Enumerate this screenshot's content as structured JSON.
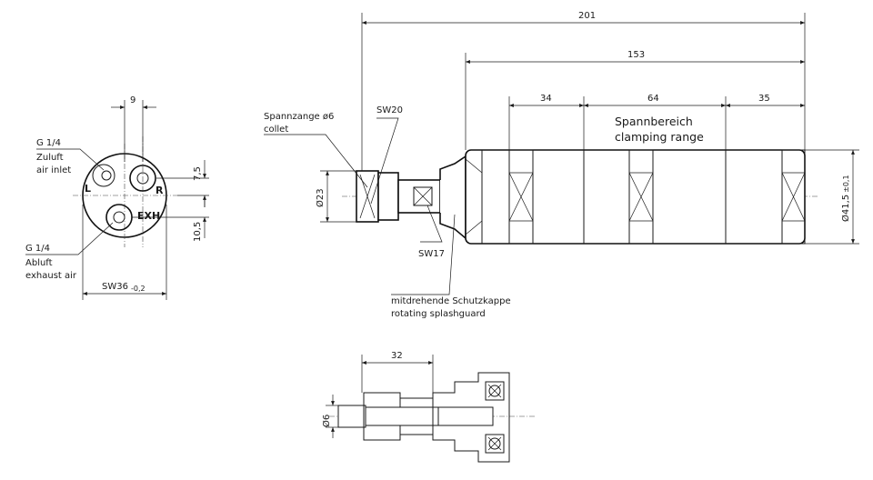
{
  "views": {
    "end": {
      "dim_top": "9",
      "dim_v1": "7,5",
      "dim_v2": "10,5",
      "dim_bottom_main": "SW36",
      "dim_bottom_tol": "-0,2",
      "port_inlet": {
        "thread": "G 1/4",
        "de": "Zuluft",
        "en": "air inlet"
      },
      "port_exhaust": {
        "thread": "G 1/4",
        "de": "Abluft",
        "en": "exhaust air"
      },
      "marks": {
        "left": "L",
        "right": "R",
        "exh": "EXH"
      }
    },
    "side": {
      "dim_total": "201",
      "dim_body": "153",
      "dim_seg1": "34",
      "dim_seg2": "64",
      "dim_seg3": "35",
      "collet_de": "Spannzange ø6",
      "collet_en": "collet",
      "sw20": "SW20",
      "sw17": "SW17",
      "dia_left": "Ø23",
      "dia_right_main": "Ø41,5",
      "dia_right_tol": "±0,1",
      "clamp_de": "Spannbereich",
      "clamp_en": "clamping range",
      "splash_de": "mitdrehende Schutzkappe",
      "splash_en": "rotating splashguard"
    },
    "section": {
      "dim_len": "32",
      "dim_dia": "Ø6"
    }
  }
}
